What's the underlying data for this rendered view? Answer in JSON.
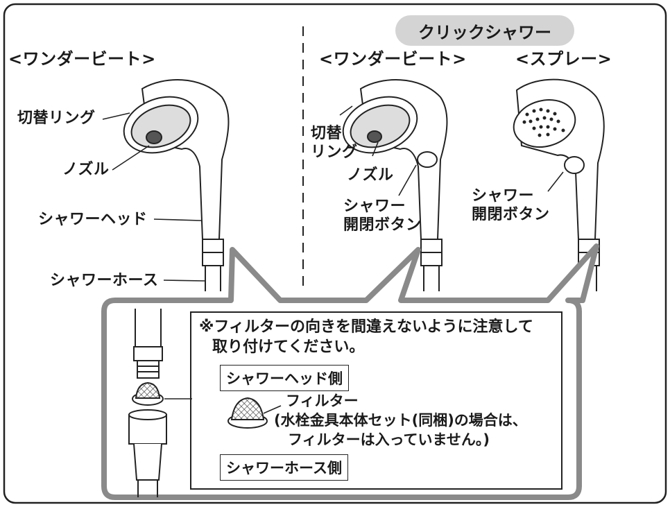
{
  "header": {
    "left_title": "<ワンダービート>",
    "click_shower_badge": "クリックシャワー",
    "mid_title": "<ワンダービート>",
    "right_title": "<スプレー>"
  },
  "left_labels": {
    "switch_ring": "切替リング",
    "nozzle": "ノズル",
    "shower_head": "シャワーヘッド",
    "shower_hose": "シャワーホース"
  },
  "mid_labels": {
    "switch_ring_line1": "切替",
    "switch_ring_line2": "リング",
    "nozzle": "ノズル",
    "button_line1": "シャワー",
    "button_line2": "開閉ボタン"
  },
  "right_labels": {
    "button_line1": "シャワー",
    "button_line2": "開閉ボタン"
  },
  "callout": {
    "note_line1": "※フィルターの向きを間違えないように注意して",
    "note_line2": "取り付けてください。",
    "head_side": "シャワーヘッド側",
    "filter_title": "フィルター",
    "filter_note_line1": "(水栓金具本体セット(同梱)の場合は、",
    "filter_note_line2": "フィルターは入っていません。)",
    "hose_side": "シャワーホース側"
  },
  "colors": {
    "outline": "#222222",
    "callout_border": "#8a8a8a",
    "badge_fill": "#d4d4d4",
    "background": "#ffffff"
  }
}
